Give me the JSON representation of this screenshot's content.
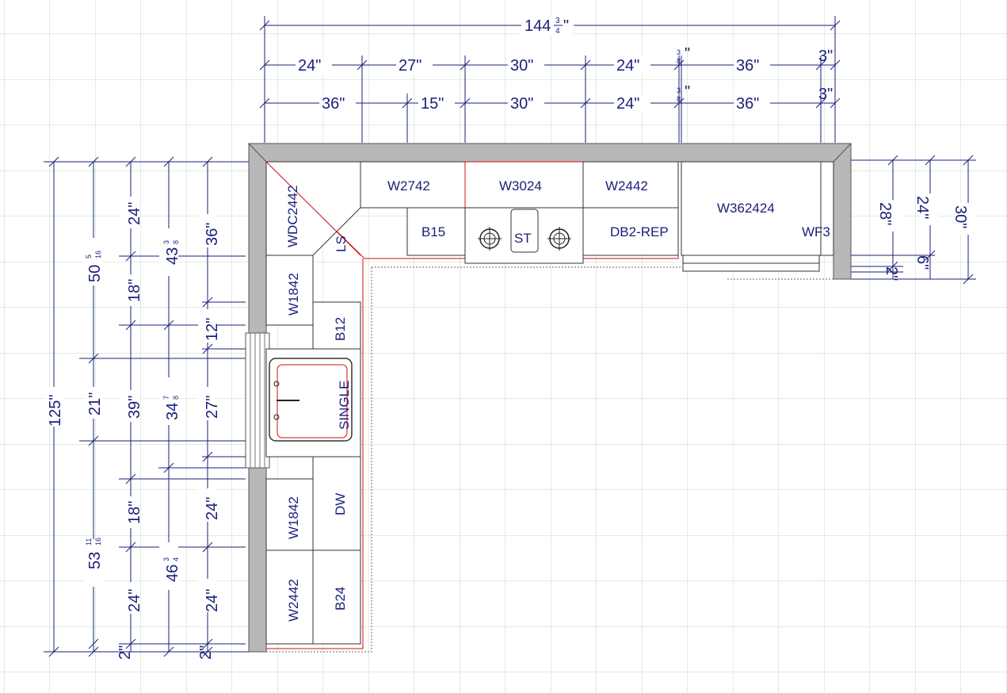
{
  "top_dims": {
    "overall": "144",
    "overall_frac_num": "3",
    "overall_frac_den": "4",
    "upper": [
      "24\"",
      "27\"",
      "30\"",
      "24\"",
      "36\"",
      "3\""
    ],
    "upper_small_num": "3",
    "upper_small_den": "8",
    "lower": [
      "36\"",
      "15\"",
      "30\"",
      "24\"",
      "36\"",
      "3\""
    ],
    "lower_small_num": "3",
    "lower_small_den": "8"
  },
  "left_dims": {
    "overall": "125\"",
    "col2_top": "50",
    "col2_top_num": "5",
    "col2_top_den": "16",
    "col2_mid": "21\"",
    "col2_bot": "53",
    "col2_bot_num": "11",
    "col2_bot_den": "16",
    "col2_end": "2\"",
    "col3": [
      "24\"",
      "18\"",
      "39\"",
      "18\"",
      "24\""
    ],
    "col4_top": "43",
    "col4_top_num": "3",
    "col4_top_den": "8",
    "col4_mid": "34",
    "col4_mid_num": "7",
    "col4_mid_den": "8",
    "col4_bot": "46",
    "col4_bot_num": "3",
    "col4_bot_den": "4",
    "col5": [
      "36\"",
      "12\"",
      "27\"",
      "24\"",
      "24\"",
      "2\""
    ]
  },
  "right_dims": [
    "28\"",
    "24\"",
    "30\"",
    "6\"",
    "2\""
  ],
  "cabinets": {
    "top_walls": [
      "W2742",
      "W3024",
      "W2442",
      "W362424",
      "WF3"
    ],
    "top_base": [
      "B15",
      "ST",
      "DB2-REP"
    ],
    "corner": "WDC2442",
    "lazy": "LS",
    "left_walls": [
      "W1842",
      "W1842",
      "W2442"
    ],
    "left_base": [
      "B12",
      "SINGLE",
      "DW",
      "B24"
    ]
  }
}
